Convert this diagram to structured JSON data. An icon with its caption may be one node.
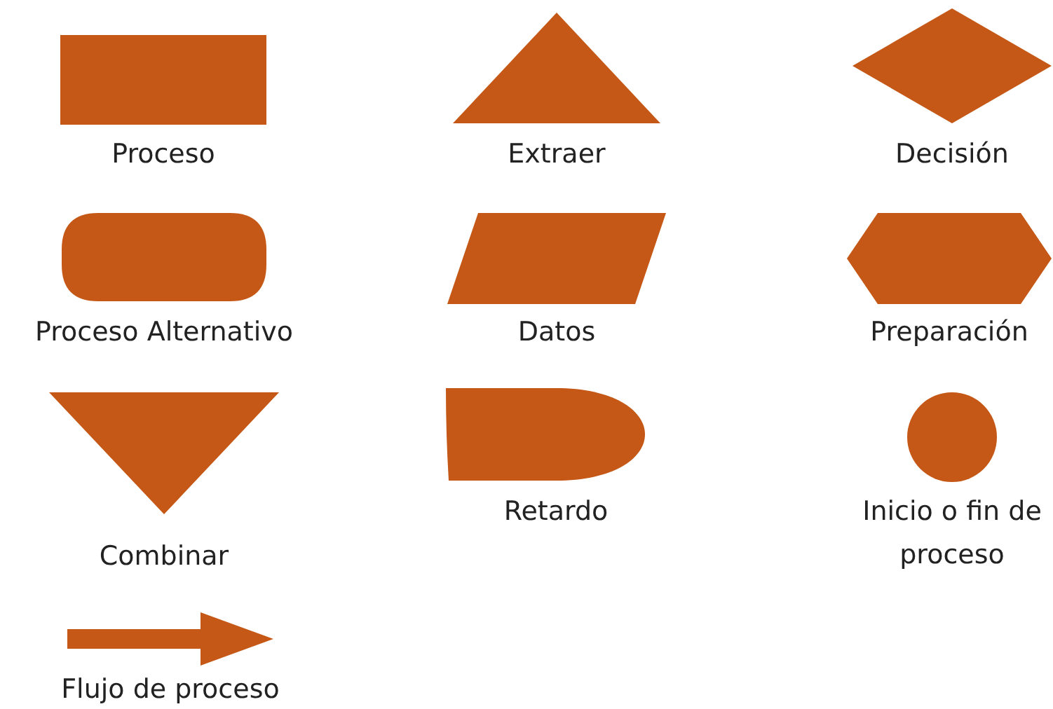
{
  "diagram": {
    "nodes": [
      {
        "text": [
          "Proceso"
        ]
      },
      {
        "text": [
          "Extraer"
        ]
      },
      {
        "text": [
          "Decisión"
        ]
      },
      {
        "text": [
          "Proceso Alternativo"
        ]
      },
      {
        "text": [
          "Datos"
        ]
      },
      {
        "text": [
          "Preparación"
        ]
      },
      {
        "text": [
          "Combinar"
        ]
      },
      {
        "text": [
          "Retardo"
        ]
      },
      {
        "text": [
          "Inicio o fin de proceso"
        ]
      },
      {
        "text": [
          "Flujo de proceso"
        ]
      }
    ]
  }
}
